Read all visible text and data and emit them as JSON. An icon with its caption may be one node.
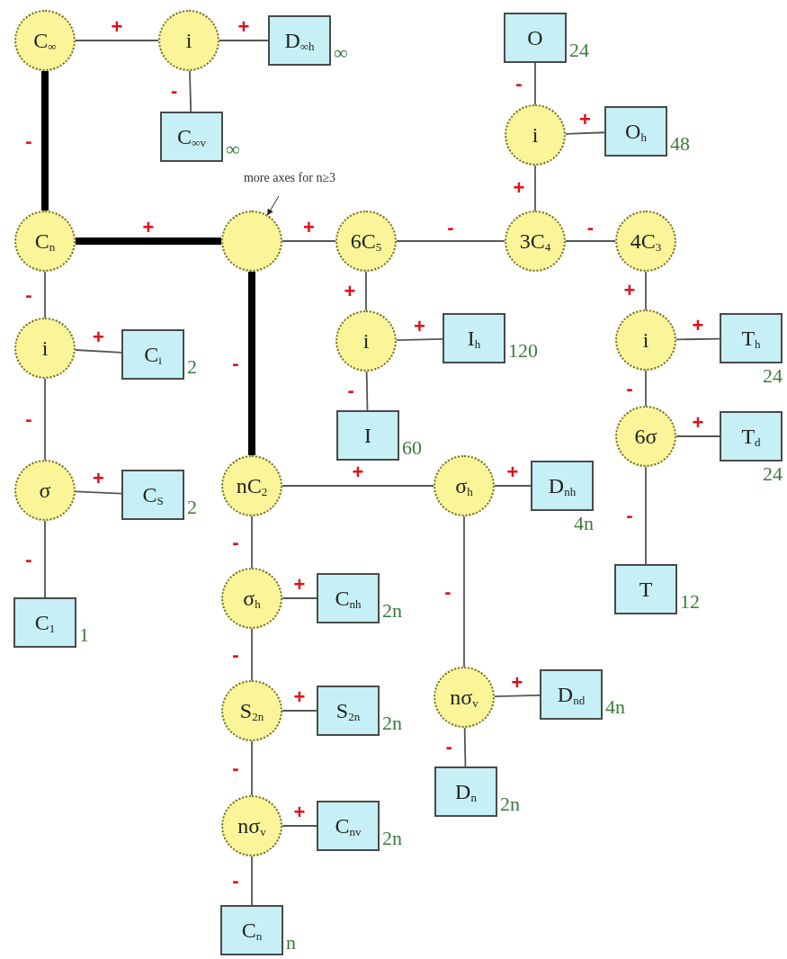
{
  "diagram": {
    "nodes": [
      {
        "text": [
          "C$_{∞}$"
        ]
      },
      {
        "text": [
          "i"
        ]
      },
      {
        "text": [
          "D$_{∞h}$"
        ],
        "beside": [
          "∞"
        ]
      },
      {
        "text": [
          "C$_{∞v}$"
        ],
        "beside": [
          "∞"
        ]
      },
      {
        "text": [
          "O"
        ],
        "beside": [
          "24"
        ]
      },
      {
        "text": [
          "i"
        ]
      },
      {
        "text": [
          "O$_{h}$"
        ],
        "beside": [
          "48"
        ]
      },
      {
        "text": [
          "C$_{n}$"
        ]
      },
      {
        "text": [
          "more axes for n≥3"
        ]
      },
      {
        "text": [],
        "shape": "circle"
      },
      {
        "text": [
          "6C$_{5}$"
        ]
      },
      {
        "text": [
          "3C$_{4}$"
        ]
      },
      {
        "text": [
          "4C$_{3}$"
        ]
      },
      {
        "text": [
          "i"
        ]
      },
      {
        "text": [
          "C$_{i}$"
        ],
        "beside": [
          "2"
        ]
      },
      {
        "text": [
          "i"
        ]
      },
      {
        "text": [
          "I$_{h}$"
        ],
        "beside": [
          "120"
        ]
      },
      {
        "text": [
          "I"
        ],
        "beside": [
          "60"
        ]
      },
      {
        "text": [
          "i"
        ]
      },
      {
        "text": [
          "T$_{h}$"
        ],
        "beside": [
          "24"
        ]
      },
      {
        "text": [
          "6σ"
        ]
      },
      {
        "text": [
          "T$_{d}$"
        ],
        "beside": [
          "24"
        ]
      },
      {
        "text": [
          "σ"
        ]
      },
      {
        "text": [
          "C$_{S}$"
        ],
        "beside": [
          "2"
        ]
      },
      {
        "text": [
          "nC$_{2}$"
        ]
      },
      {
        "text": [
          "σ$_{h}$"
        ]
      },
      {
        "text": [
          "D$_{nh}$"
        ],
        "beside": [
          "4n"
        ]
      },
      {
        "text": [
          "T"
        ],
        "beside": [
          "12"
        ]
      },
      {
        "text": [
          "C$_{1}$"
        ],
        "beside": [
          "1"
        ]
      },
      {
        "text": [
          "σ$_{h}$"
        ]
      },
      {
        "text": [
          "C$_{nh}$"
        ],
        "beside": [
          "2n"
        ]
      },
      {
        "text": [
          "S$_{2n}$"
        ]
      },
      {
        "text": [
          "S$_{2n}$"
        ],
        "beside": [
          "2n"
        ]
      },
      {
        "text": [
          "nσ$_{v}$"
        ]
      },
      {
        "text": [
          "D$_{nd}$"
        ],
        "beside": [
          "4n"
        ]
      },
      {
        "text": [
          "D$_{n}$"
        ],
        "beside": [
          "2n"
        ]
      },
      {
        "text": [
          "nσ$_{v}$"
        ]
      },
      {
        "text": [
          "C$_{nv}$"
        ],
        "beside": [
          "2n"
        ]
      },
      {
        "text": [
          "C$_{n}$"
        ],
        "beside": [
          "n"
        ]
      }
    ],
    "edges": [
      {
        "from": 0,
        "to": 1,
        "arrow": "none",
        "label": "+"
      },
      {
        "from": 1,
        "to": 2,
        "arrow": "none",
        "label": "+"
      },
      {
        "from": 1,
        "to": 3,
        "arrow": "none",
        "label": "-"
      },
      {
        "from": 0,
        "to": 7,
        "arrow": "none",
        "label": "-",
        "style": "thick",
        "color": "#000000"
      },
      {
        "from": 5,
        "to": 4,
        "arrow": "none",
        "label": "-"
      },
      {
        "from": 5,
        "to": 6,
        "arrow": "none",
        "label": "+"
      },
      {
        "from": 11,
        "to": 5,
        "arrow": "none",
        "label": "+"
      },
      {
        "from": 7,
        "to": 9,
        "arrow": "none",
        "label": "+",
        "style": "thick",
        "color": "#000000"
      },
      {
        "from": 8,
        "to": 9,
        "arrow": "to"
      },
      {
        "from": 9,
        "to": 10,
        "arrow": "none",
        "label": "+"
      },
      {
        "from": 10,
        "to": 11,
        "arrow": "none",
        "label": "-"
      },
      {
        "from": 11,
        "to": 12,
        "arrow": "none",
        "label": "-"
      },
      {
        "from": 7,
        "to": 13,
        "arrow": "none",
        "label": "-"
      },
      {
        "from": 13,
        "to": 14,
        "arrow": "none",
        "label": "+"
      },
      {
        "from": 10,
        "to": 15,
        "arrow": "none",
        "label": "+"
      },
      {
        "from": 15,
        "to": 16,
        "arrow": "none",
        "label": "+"
      },
      {
        "from": 15,
        "to": 17,
        "arrow": "none",
        "label": "-"
      },
      {
        "from": 12,
        "to": 18,
        "arrow": "none",
        "label": "+"
      },
      {
        "from": 18,
        "to": 19,
        "arrow": "none",
        "label": "+"
      },
      {
        "from": 18,
        "to": 20,
        "arrow": "none",
        "label": "-"
      },
      {
        "from": 20,
        "to": 21,
        "arrow": "none",
        "label": "+"
      },
      {
        "from": 13,
        "to": 22,
        "arrow": "none",
        "label": "-"
      },
      {
        "from": 22,
        "to": 23,
        "arrow": "none",
        "label": "+"
      },
      {
        "from": 9,
        "to": 24,
        "arrow": "none",
        "label": "-",
        "style": "thick",
        "color": "#000000"
      },
      {
        "from": 24,
        "to": 25,
        "arrow": "none",
        "label": "+"
      },
      {
        "from": 25,
        "to": 26,
        "arrow": "none",
        "label": "+"
      },
      {
        "from": 20,
        "to": 27,
        "arrow": "none",
        "label": "-"
      },
      {
        "from": 22,
        "to": 28,
        "arrow": "none",
        "label": "-"
      },
      {
        "from": 24,
        "to": 29,
        "arrow": "none",
        "label": "-"
      },
      {
        "from": 29,
        "to": 30,
        "arrow": "none",
        "label": "+"
      },
      {
        "from": 29,
        "to": 31,
        "arrow": "none",
        "label": "-"
      },
      {
        "from": 31,
        "to": 32,
        "arrow": "none",
        "label": "+"
      },
      {
        "from": 25,
        "to": 33,
        "arrow": "none",
        "label": "-"
      },
      {
        "from": 33,
        "to": 34,
        "arrow": "none",
        "label": "+"
      },
      {
        "from": 33,
        "to": 35,
        "arrow": "none",
        "label": "-"
      },
      {
        "from": 31,
        "to": 36,
        "arrow": "none",
        "label": "-"
      },
      {
        "from": 36,
        "to": 37,
        "arrow": "none",
        "label": "+"
      },
      {
        "from": 36,
        "to": 38,
        "arrow": "none",
        "label": "-"
      }
    ]
  }
}
